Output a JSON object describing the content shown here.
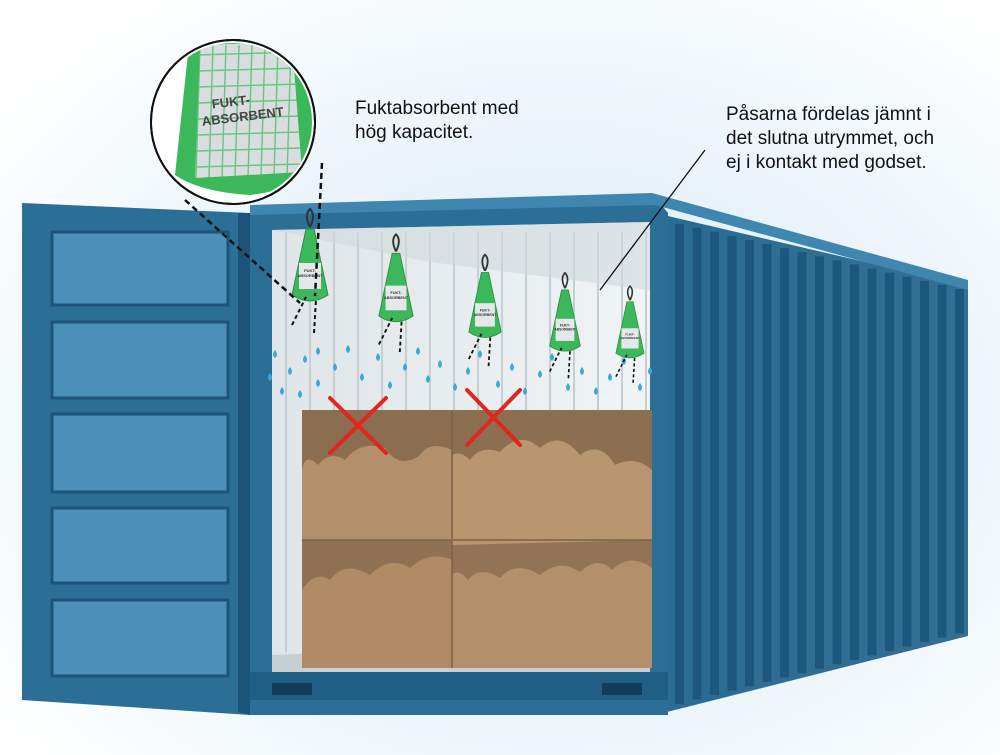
{
  "labels": {
    "absorbent": {
      "line1": "Fuktabsorbent med",
      "line2": "hög kapacitet."
    },
    "distribution": {
      "line1": "Påsarna fördelas jämnt i",
      "line2": "det slutna utrymmet, och",
      "line3": "ej i kontakt med godset."
    }
  },
  "magnifier": {
    "bag_text_line1": "FUKT-",
    "bag_text_line2": "ABSORBENT"
  },
  "bag_label": {
    "line1": "FUKT-",
    "line2": "ABSORBENT"
  },
  "colors": {
    "sky": "#d4e8f4",
    "container_blue": "#2b6f97",
    "container_blue_dark": "#1b5478",
    "container_blue_light": "#3f87b0",
    "interior": "#e9eef0",
    "bag_green": "#3bb85a",
    "box_brown": "#b38f6b",
    "damage_brown": "#7d6146",
    "water_drop": "#3aa8dc",
    "cross_red": "#e0261e"
  }
}
